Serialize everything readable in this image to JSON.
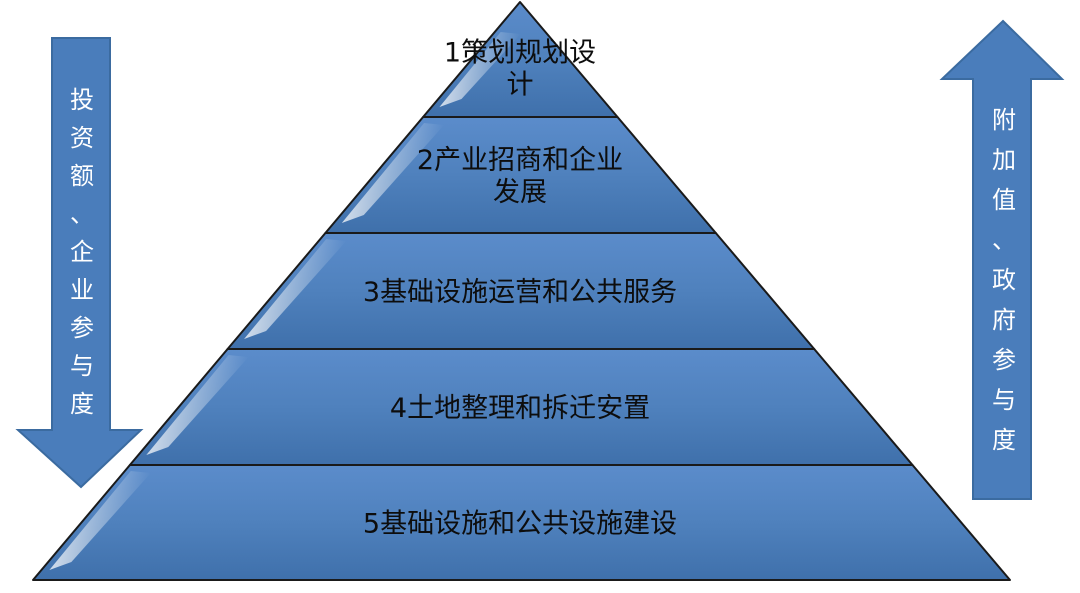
{
  "pyramid": {
    "layers": [
      {
        "lines": [
          "1策划规划设",
          "计"
        ]
      },
      {
        "lines": [
          "2产业招商和企业",
          "发展"
        ]
      },
      {
        "lines": [
          "3基础设施运营和公共服务"
        ]
      },
      {
        "lines": [
          "4土地整理和拆迁安置"
        ]
      },
      {
        "lines": [
          "5基础设施和公共设施建设"
        ]
      }
    ]
  },
  "left_arrow": {
    "label": "投资额、企业参与度",
    "direction": "down"
  },
  "right_arrow": {
    "label": "附加值、政府参与度",
    "direction": "up"
  },
  "colors": {
    "fill": "#4f81bd",
    "fill_dark": "#3a6aa3",
    "highlight": "#dbe8f6",
    "arrow_fill": "#4a7dbb"
  }
}
